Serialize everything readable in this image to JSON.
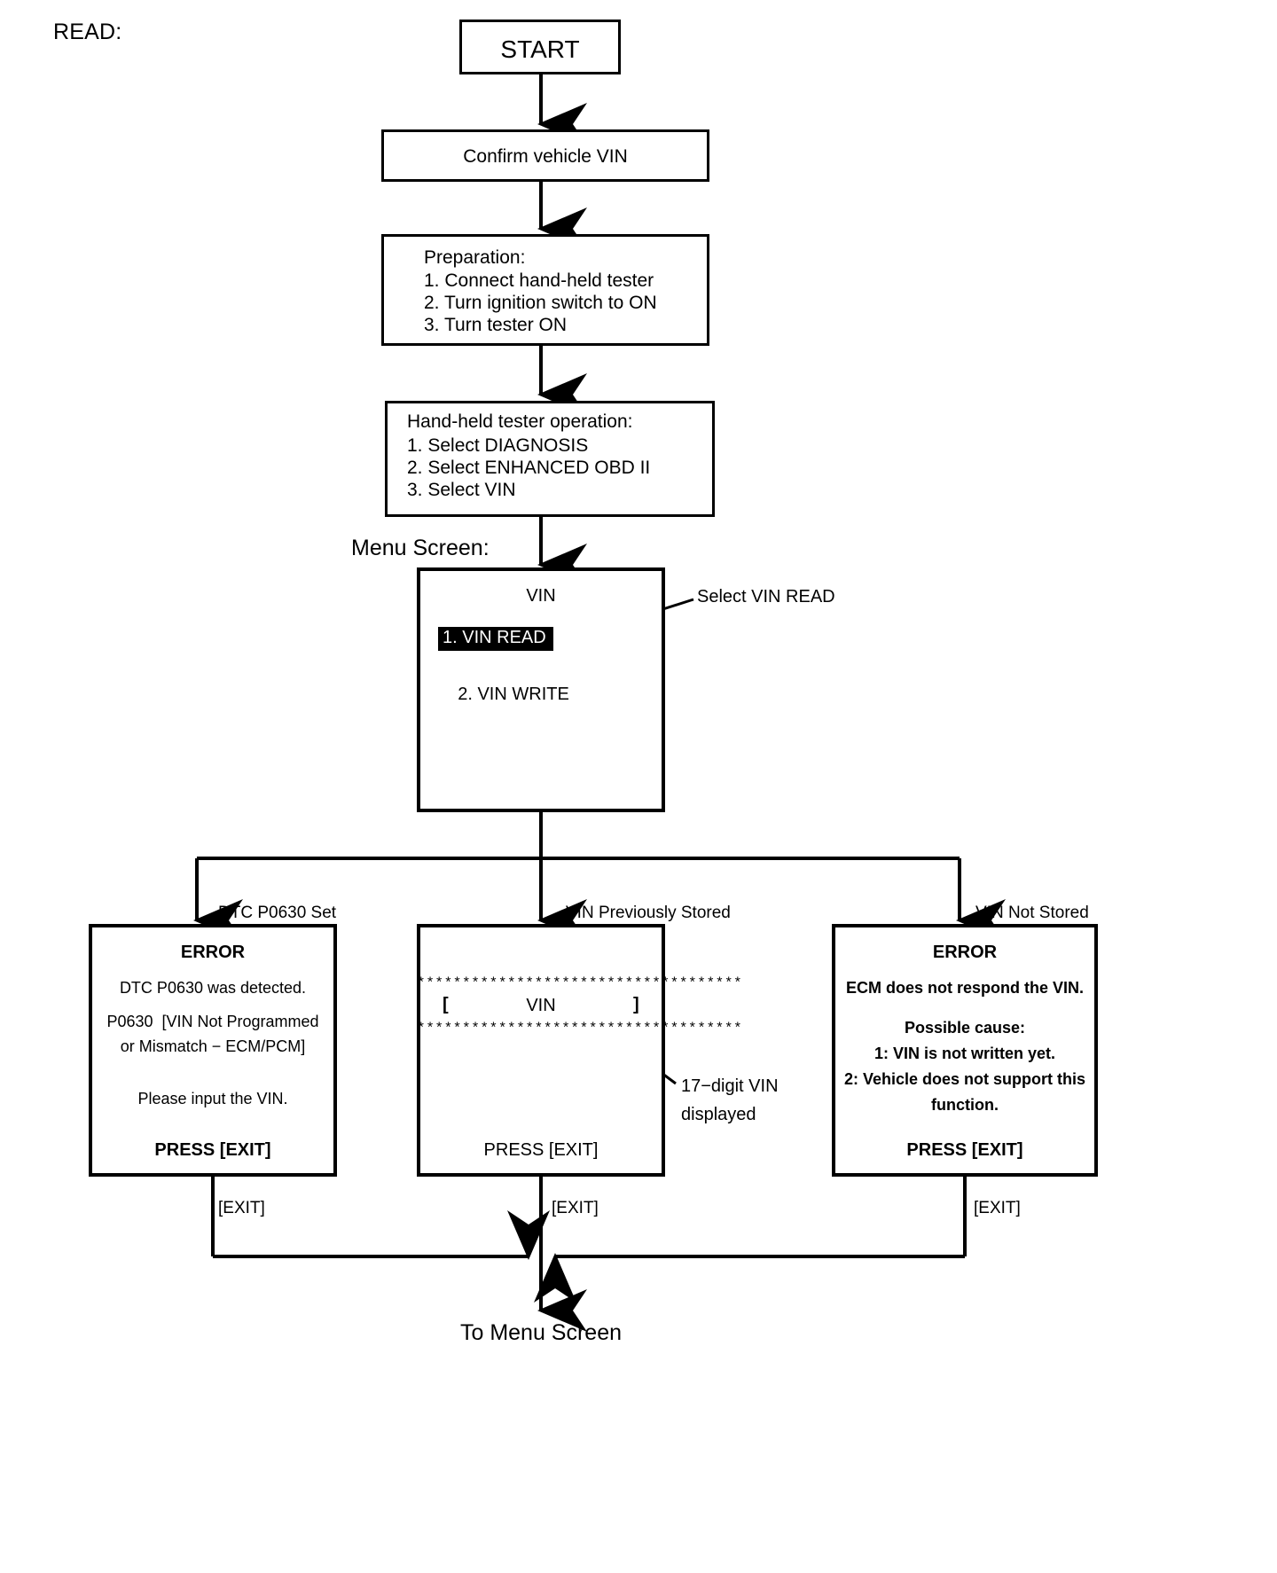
{
  "page": {
    "section_label": "READ:",
    "menu_screen_label": "Menu Screen:",
    "footer_label": "To Menu Screen"
  },
  "nodes": {
    "start": {
      "label": "START"
    },
    "confirm_vin": {
      "label": "Confirm vehicle VIN"
    },
    "preparation": {
      "title": "Preparation:",
      "steps": [
        "1. Connect hand-held tester",
        "2. Turn ignition switch to ON",
        "3. Turn tester ON"
      ]
    },
    "tester_operation": {
      "title": "Hand-held tester operation:",
      "steps": [
        "1. Select DIAGNOSIS",
        "2. Select ENHANCED OBD II",
        "3. Select VIN"
      ]
    },
    "menu_screen": {
      "title": "VIN",
      "items": [
        {
          "label": "1. VIN READ",
          "selected": true
        },
        {
          "label": "2. VIN WRITE",
          "selected": false
        }
      ],
      "annotation": "Select VIN READ"
    }
  },
  "branches": [
    {
      "condition": "DTC P0630 Set",
      "exit_label": "[EXIT]"
    },
    {
      "condition": "VIN Previously Stored",
      "exit_label": "[EXIT]"
    },
    {
      "condition": "VIN Not Stored",
      "exit_label": "[EXIT]"
    }
  ],
  "screens": {
    "error_dtc": {
      "title": "ERROR",
      "lines": [
        "DTC P0630 was detected.",
        "P0630  [VIN Not Programmed",
        "or Mismatch − ECM/PCM]",
        "Please input the VIN."
      ],
      "footer": "PRESS [EXIT]"
    },
    "vin_display": {
      "stars_top": "************************************",
      "bracket_open": "[",
      "vin_label": "VIN",
      "bracket_close": "]",
      "stars_bottom": "************************************",
      "footer": "PRESS [EXIT]",
      "annotation_line1": "17−digit VIN",
      "annotation_line2": "displayed"
    },
    "error_no_vin": {
      "title": "ERROR",
      "lines": [
        "ECM does not respond the VIN.",
        "Possible cause:",
        "1: VIN is not written yet.",
        "2: Vehicle does not support this",
        "function."
      ],
      "footer": "PRESS [EXIT]"
    }
  }
}
